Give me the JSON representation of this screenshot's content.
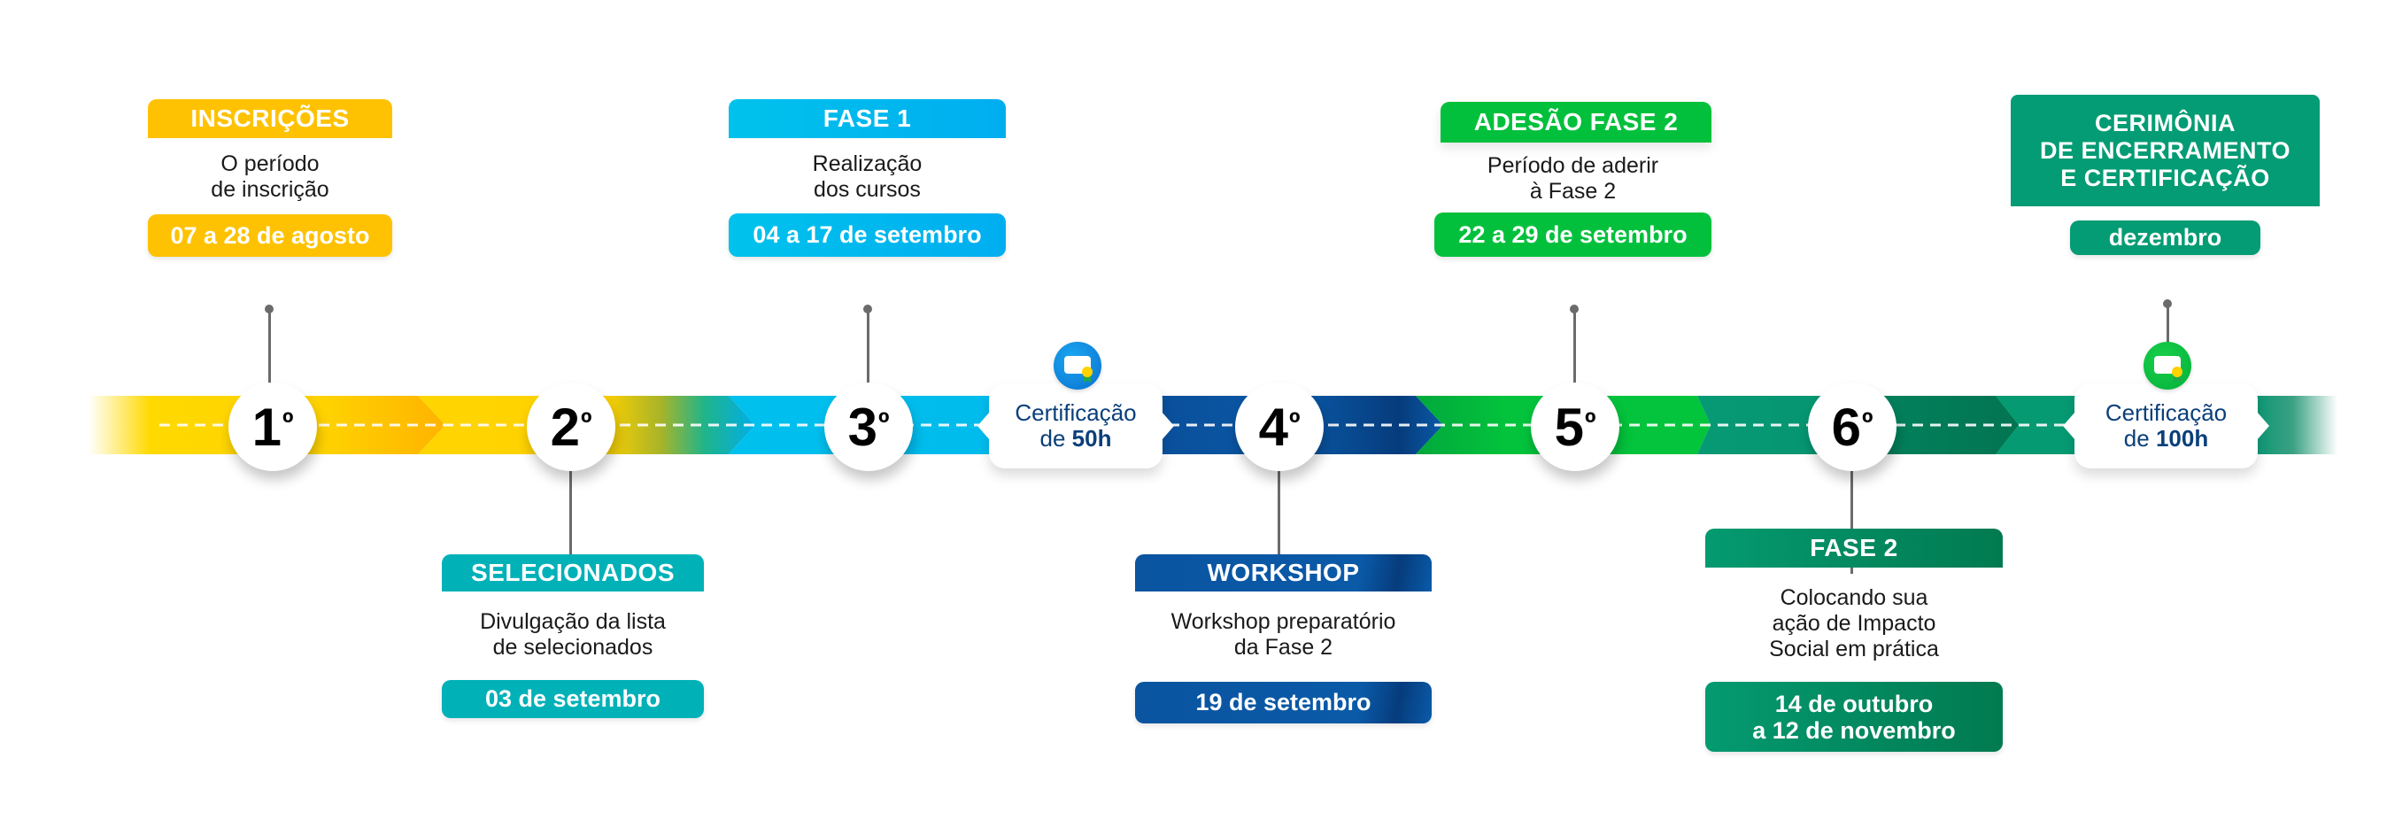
{
  "colors": {
    "yellow": "#fec203",
    "cyan": "#00b9ec",
    "navy": "#0a54a0",
    "green": "#03c03c",
    "emerald": "#049c74",
    "teal": "#00b1b8",
    "dark_green": "#027a52",
    "cert_text": "#0a3f7a"
  },
  "steps": [
    {
      "number": "1",
      "suffix": "º"
    },
    {
      "number": "2",
      "suffix": "º"
    },
    {
      "number": "3",
      "suffix": "º"
    },
    {
      "number": "4",
      "suffix": "º"
    },
    {
      "number": "5",
      "suffix": "º"
    },
    {
      "number": "6",
      "suffix": "º"
    }
  ],
  "top_cards": [
    {
      "title": "INSCRIÇÕES",
      "desc_lines": [
        "O período",
        "de inscrição"
      ],
      "date": "07 a 28 de agosto"
    },
    {
      "title": "FASE 1",
      "desc_lines": [
        "Realização",
        "dos cursos"
      ],
      "date": "04 a 17 de setembro"
    },
    {
      "title": "ADESÃO FASE 2",
      "desc_lines": [
        "Período de aderir",
        "à Fase 2"
      ],
      "date": "22 a 29 de setembro"
    },
    {
      "title_lines": [
        "CERIMÔNIA",
        "DE ENCERRAMENTO",
        "E CERTIFICAÇÃO"
      ],
      "date": "dezembro"
    }
  ],
  "bottom_cards": [
    {
      "title": "SELECIONADOS",
      "desc_lines": [
        "Divulgação da lista",
        "de selecionados"
      ],
      "date": "03 de setembro"
    },
    {
      "title": "WORKSHOP",
      "desc_lines": [
        "Workshop preparatório",
        "da Fase 2"
      ],
      "date": "19 de setembro"
    },
    {
      "title": "FASE 2",
      "desc_lines": [
        "Colocando sua",
        "ação de Impacto",
        "Social em prática"
      ],
      "date_lines": [
        "14 de outubro",
        "a 12 de novembro"
      ]
    }
  ],
  "certifications": [
    {
      "line1": "Certificação",
      "prefix": "de ",
      "hours": "50h",
      "icon": "certificate-icon",
      "icon_color": "#0a8fe0"
    },
    {
      "line1": "Certificação",
      "prefix": "de ",
      "hours": "100h",
      "icon": "certificate-icon",
      "icon_color": "#0cbf3c"
    }
  ]
}
